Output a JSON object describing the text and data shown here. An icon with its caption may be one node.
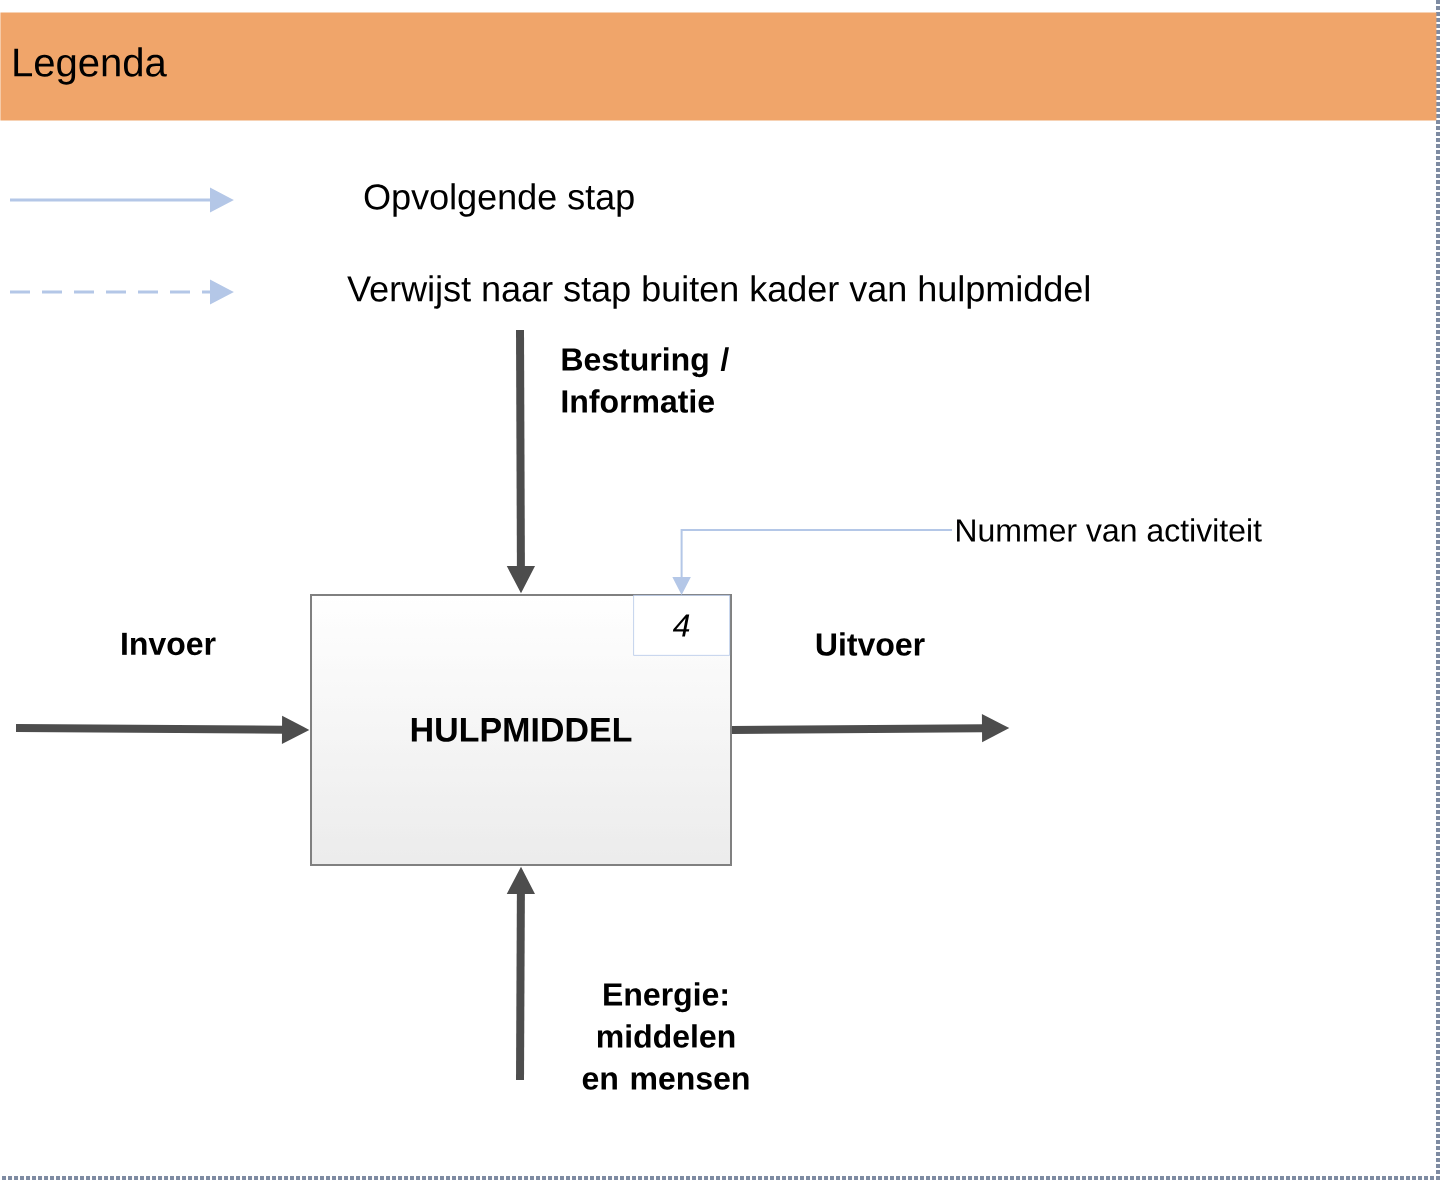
{
  "diagram": {
    "title": "Legenda",
    "nodes": [
      {
        "text": [
          "HULPMIDDEL"
        ]
      },
      {
        "text": [
          "4"
        ],
        "in": 0
      },
      {
        "text": [
          "Nummer van activiteit"
        ]
      }
    ],
    "edges": [
      {
        "from": null,
        "to": 0,
        "arrow": "to"
      },
      {
        "from": 0,
        "to": null,
        "arrow": "to"
      },
      {
        "from": null,
        "to": 0,
        "arrow": "to"
      },
      {
        "from": null,
        "to": 0,
        "arrow": "to"
      },
      {
        "from": 2,
        "to": 1,
        "arrow": "to",
        "color": "#b4c7e7"
      }
    ],
    "labels": [
      "Besturing / Informatie",
      "Invoer",
      "Uitvoer",
      "Energie: middelen en mensen"
    ],
    "legend": [
      {
        "text": "Opvolgende stap"
      },
      {
        "text": "Verwijst naar stap buiten kader van hulpmiddel"
      }
    ]
  }
}
